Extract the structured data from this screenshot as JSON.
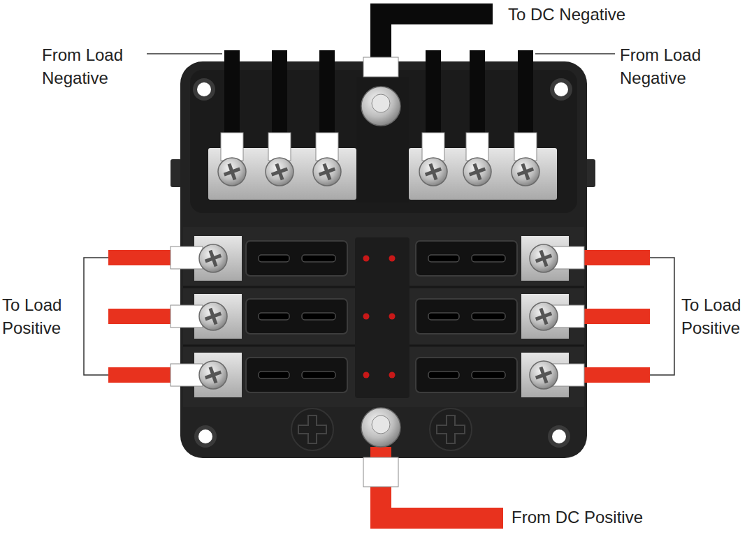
{
  "diagram": {
    "labels": [
      "To DC Negative",
      "From Load Negative",
      "From Load Negative",
      "To Load Positive",
      "To Load Positive",
      "From DC Positive"
    ]
  }
}
